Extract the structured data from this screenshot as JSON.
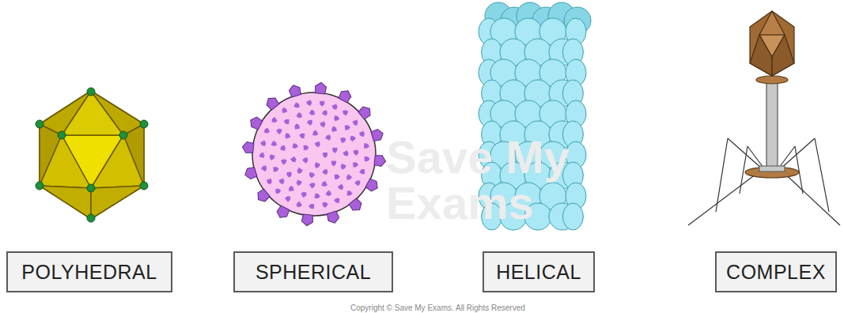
{
  "diagram": {
    "nodes": [
      {
        "text": [
          "POLYHEDRAL"
        ]
      },
      {
        "text": [
          "SPHERICAL"
        ]
      },
      {
        "text": [
          "HELICAL"
        ]
      },
      {
        "text": [
          "COMPLEX"
        ]
      }
    ],
    "labels": [
      "Save My Exams",
      "Copyright © Save My Exams. All Rights Reserved"
    ]
  }
}
